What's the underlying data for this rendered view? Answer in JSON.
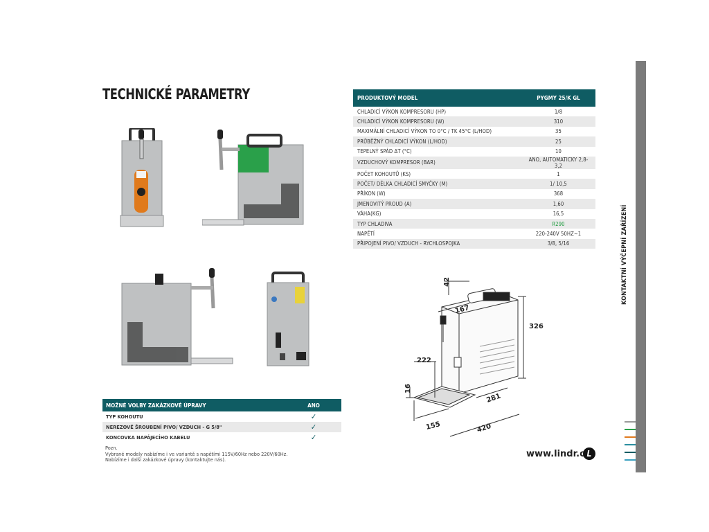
{
  "page": {
    "title": "TECHNICKÉ PARAMETRY",
    "side_label": "KONTAKTNÍ VÝČEPNÍ ZAŘÍZENÍ",
    "website": "www.lindr.cz",
    "logo_letter": "L"
  },
  "specs": {
    "header_label": "PRODUKTOVÝ MODEL",
    "header_value": "PYGMY 25/K GL",
    "rows": [
      {
        "label": "CHLADICÍ VÝKON KOMPRESORU (HP)",
        "value": "1/8"
      },
      {
        "label": "CHLADICÍ VÝKON KOMPRESORU (W)",
        "value": "310"
      },
      {
        "label": "MAXIMÁLNÍ CHLADICÍ VÝKON TO 0°C / TK 45°C (L/HOD)",
        "value": "35"
      },
      {
        "label": "PRŮBĚŽNÝ CHLADICÍ VÝKON (L/HOD)",
        "value": "25"
      },
      {
        "label": "TEPELNÝ SPÁD ΔT (°C)",
        "value": "10"
      },
      {
        "label": "VZDUCHOVÝ KOMPRESOR (BAR)",
        "value": "ANO, AUTOMATICKY 2,8-3,2"
      },
      {
        "label": "POČET KOHOUTŮ (KS)",
        "value": "1"
      },
      {
        "label": "POČET/ DÉLKA CHLADICÍ SMYČKY (M)",
        "value": "1/ 10,5"
      },
      {
        "label": "PŘÍKON (W)",
        "value": "368"
      },
      {
        "label": "JMENOVITÝ PROUD (A)",
        "value": "1,60"
      },
      {
        "label": "VÁHA(KG)",
        "value": "16,5"
      },
      {
        "label": "TYP CHLADIVA",
        "value": "R290"
      },
      {
        "label": "NAPĚTÍ",
        "value": "220-240V 50HZ~1"
      },
      {
        "label": "PŘIPOJENÍ PIVO/ VZDUCH - RYCHLOSPOJKA",
        "value": "3/8, 5/16"
      }
    ]
  },
  "options": {
    "header_label": "MOŽNÉ VOLBY ZAKÁZKOVÉ ÚPRAVY",
    "header_value": "ANO",
    "rows": [
      {
        "label": "TYP KOHOUTU",
        "value": "✓"
      },
      {
        "label": "NEREZOVÉ ŠROUBENÍ PIVO/ VZDUCH - G 5/8\"",
        "value": "✓"
      },
      {
        "label": "KONCOVKA NAPÁJECÍHO KABELU",
        "value": "✓"
      }
    ]
  },
  "note": {
    "line1": "Pozn.",
    "line2": "Vybrané modely nabízíme i ve variantě s napětími 115V/60Hz nebo 220V/60Hz.",
    "line3": "Nabízíme i další zakázkové úpravy (kontaktujte nás)."
  },
  "dimensions": {
    "d42": "42",
    "d167": "167",
    "d326": "326",
    "d222": "222",
    "d16": "16",
    "d281": "281",
    "d155": "155",
    "d420": "420"
  },
  "colors": {
    "accent": "#0f5c63",
    "green": "#1a9a3a",
    "sidebar": "#7b7b7b"
  }
}
